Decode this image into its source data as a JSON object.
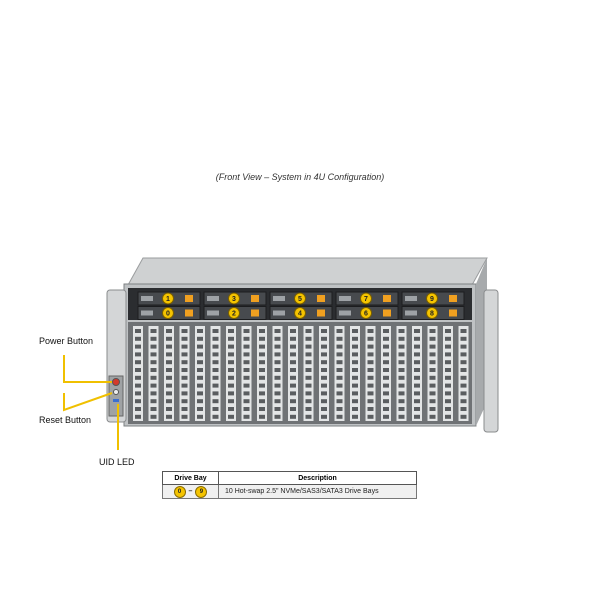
{
  "caption": "(Front View – System in 4U Configuration)",
  "callouts": {
    "power": "Power Button",
    "reset": "Reset Button",
    "uid": "UID LED"
  },
  "drive_bays": [
    {
      "label": "1",
      "row": 0,
      "slot": 0
    },
    {
      "label": "0",
      "row": 1,
      "slot": 0
    },
    {
      "label": "3",
      "row": 0,
      "slot": 1
    },
    {
      "label": "2",
      "row": 1,
      "slot": 1
    },
    {
      "label": "5",
      "row": 0,
      "slot": 2
    },
    {
      "label": "4",
      "row": 1,
      "slot": 2
    },
    {
      "label": "7",
      "row": 0,
      "slot": 3
    },
    {
      "label": "6",
      "row": 1,
      "slot": 3
    },
    {
      "label": "9",
      "row": 0,
      "slot": 4
    },
    {
      "label": "8",
      "row": 1,
      "slot": 4
    }
  ],
  "legend": {
    "header_bay": "Drive Bay",
    "header_desc": "Description",
    "range_start": "0",
    "range_dash": "–",
    "range_end": "9",
    "description": "10 Hot-swap 2.5\" NVMe/SAS3/SATA3 Drive Bays"
  },
  "colors": {
    "badge": "#f5c400",
    "drive_latch": "#f0a020",
    "callout_line": "#f0c000",
    "chassis": "#bfc2c4"
  }
}
